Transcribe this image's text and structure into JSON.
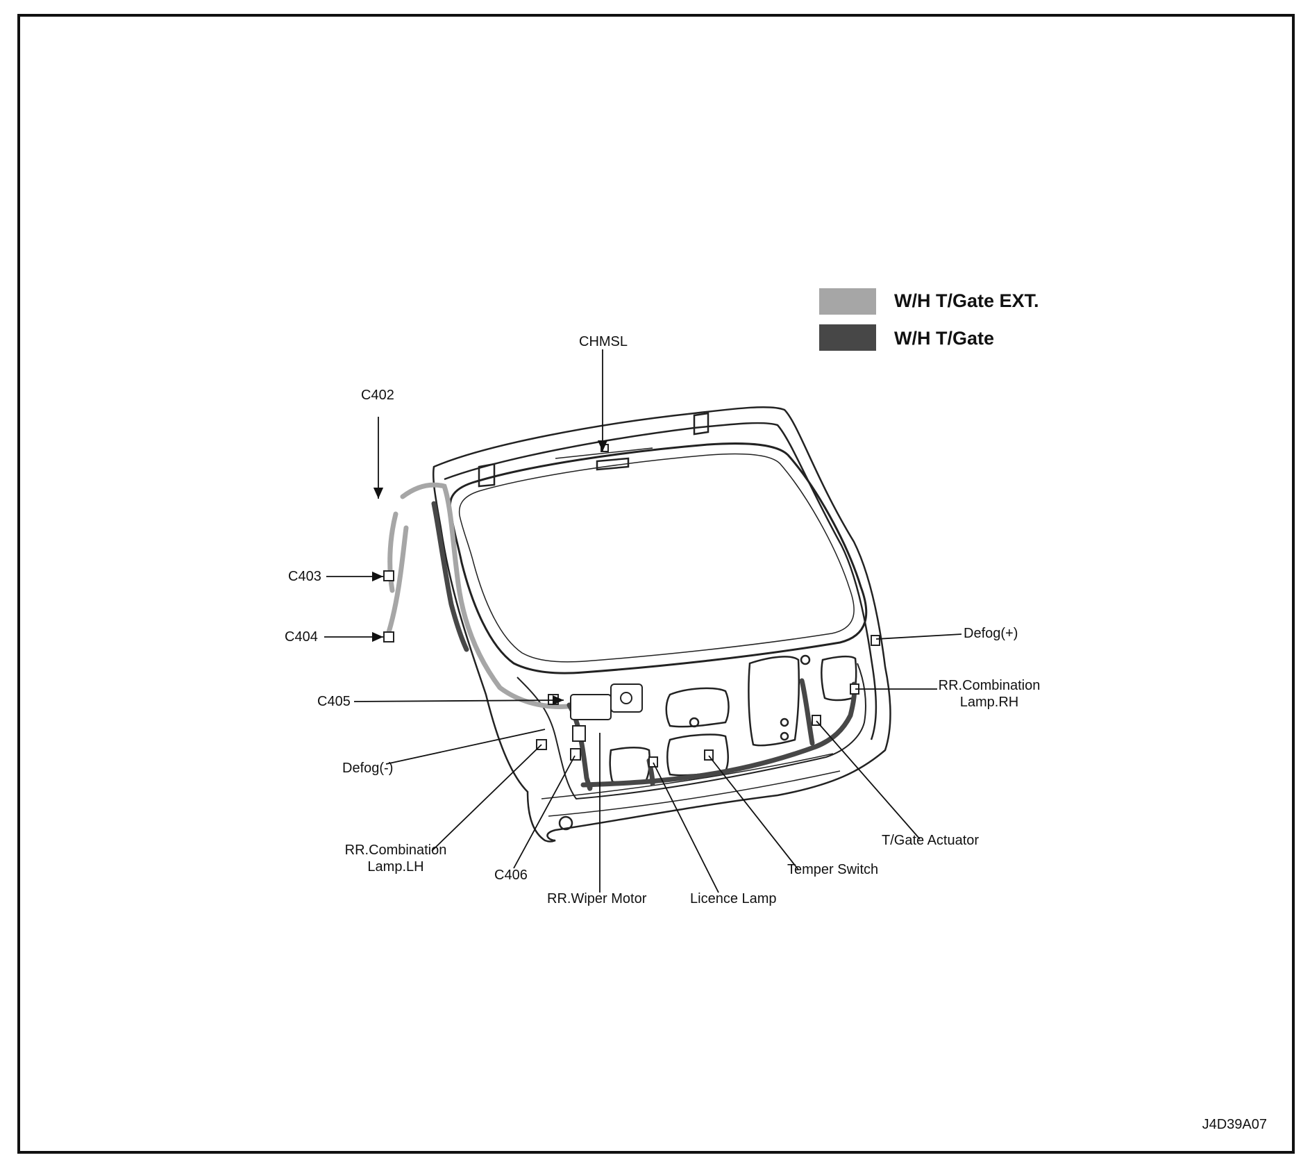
{
  "legend": {
    "items": [
      {
        "label": "W/H T/Gate EXT.",
        "color": "#a6a6a6"
      },
      {
        "label": "W/H T/Gate",
        "color": "#474747"
      }
    ]
  },
  "labels": {
    "chmsl": "CHMSL",
    "c402": "C402",
    "c403": "C403",
    "c404": "C404",
    "c405": "C405",
    "defog_minus": "Defog(-)",
    "rr_comb_lh_1": "RR.Combination",
    "rr_comb_lh_2": "Lamp.LH",
    "c406": "C406",
    "rr_wiper_motor": "RR.Wiper Motor",
    "licence_lamp": "Licence Lamp",
    "temper_switch": "Temper Switch",
    "tgate_actuator": "T/Gate Actuator",
    "defog_plus": "Defog(+)",
    "rr_comb_rh_1": "RR.Combination",
    "rr_comb_rh_2": "Lamp.RH"
  },
  "reference_code": "J4D39A07"
}
